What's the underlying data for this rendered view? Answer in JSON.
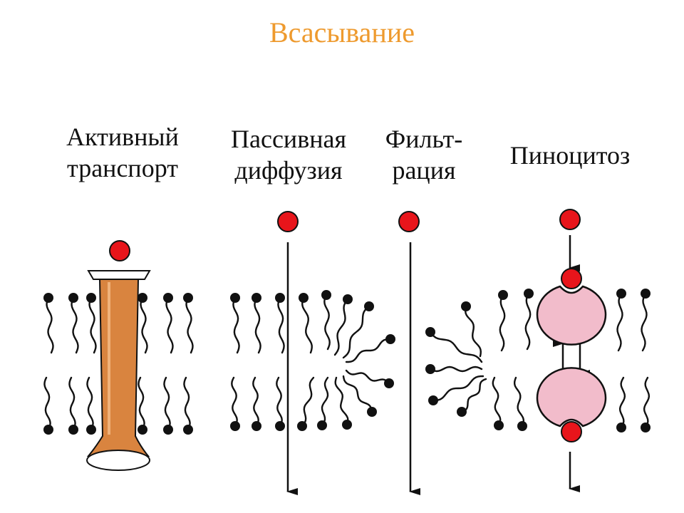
{
  "title": "Всасывание",
  "labels": {
    "active": [
      "Активный",
      "транспорт"
    ],
    "passive": [
      "Пассивная",
      "диффузия"
    ],
    "filtration": [
      "Фильт-",
      "рация"
    ],
    "pinocytosis": "Пиноцитоз"
  },
  "colors": {
    "title": "#ee9a2e",
    "molecule": "#e8151b",
    "channel": "#d9843f",
    "vesicle": "#f2bccb",
    "ink": "#111111"
  }
}
